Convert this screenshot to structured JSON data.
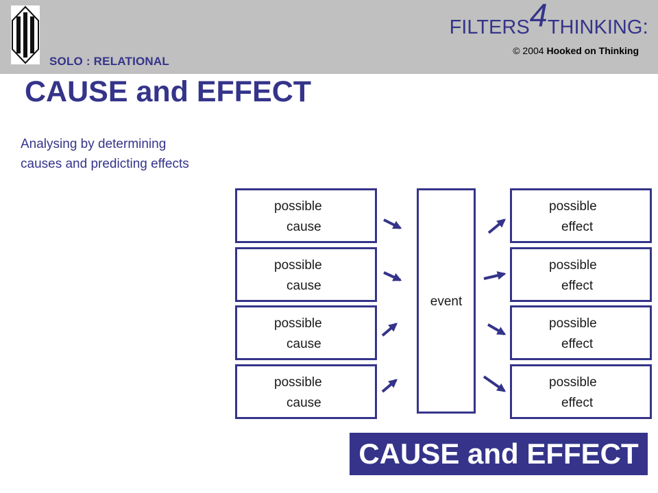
{
  "header": {
    "subtitle": "SOLO : RELATIONAL",
    "brand_prefix": "FILTERS",
    "brand_number": "4",
    "brand_suffix": "THINKING",
    "brand_colon": ":",
    "copyright_year": "© 2004",
    "copyright_holder": "Hooked on Thinking"
  },
  "title": "CAUSE and EFFECT",
  "description": {
    "line1": "Analysing by determining",
    "line2": "causes and predicting effects"
  },
  "diagram": {
    "causes": [
      {
        "line1": "possible",
        "line2": "cause"
      },
      {
        "line1": "possible",
        "line2": "cause"
      },
      {
        "line1": "possible",
        "line2": "cause"
      },
      {
        "line1": "possible",
        "line2": "cause"
      }
    ],
    "event": "event",
    "effects": [
      {
        "line1": "possible",
        "line2": "effect"
      },
      {
        "line1": "possible",
        "line2": "effect"
      },
      {
        "line1": "possible",
        "line2": "effect"
      },
      {
        "line1": "possible",
        "line2": "effect"
      }
    ]
  },
  "banner": "CAUSE and EFFECT",
  "colors": {
    "accent": "#35348a",
    "header_background": "#c0c0c0"
  }
}
